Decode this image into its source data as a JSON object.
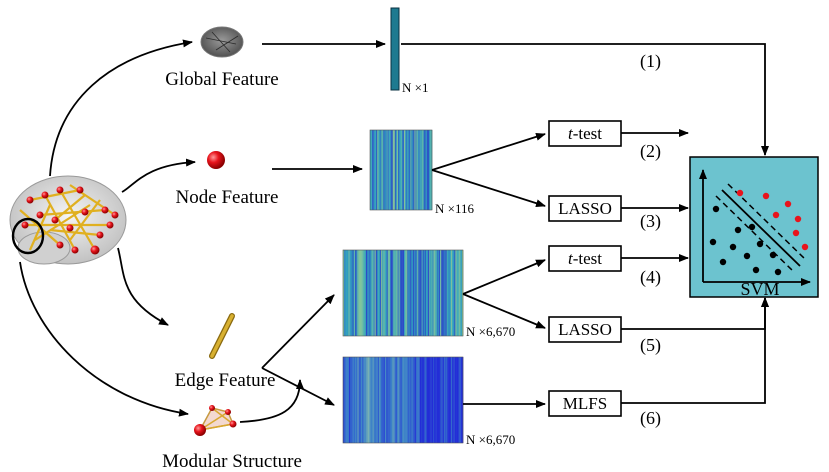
{
  "features": {
    "global": "Global Feature",
    "node": "Node Feature",
    "edge": "Edge Feature",
    "modular": "Modular Structure"
  },
  "dims": {
    "global": "N ×1",
    "node": "N ×116",
    "edge": "N ×6,670",
    "modular": "N ×6,670"
  },
  "methods": {
    "ttest_node_italic": "t",
    "ttest_node_rest": "-test",
    "lasso_node": "LASSO",
    "ttest_edge_italic": "t",
    "ttest_edge_rest": "-test",
    "lasso_edge": "LASSO",
    "mlfs": "MLFS"
  },
  "paths": [
    "(1)",
    "(2)",
    "(3)",
    "(4)",
    "(5)",
    "(6)"
  ],
  "classifier": "SVM",
  "colors": {
    "svm_bg": "#6cc3cf",
    "node_ball": "#e8141c",
    "edge_bar": "#c8a020",
    "brain_edges": "#e0b020",
    "matrix_blue": "#2a5fc8",
    "matrix_teal": "#35b0c0"
  }
}
